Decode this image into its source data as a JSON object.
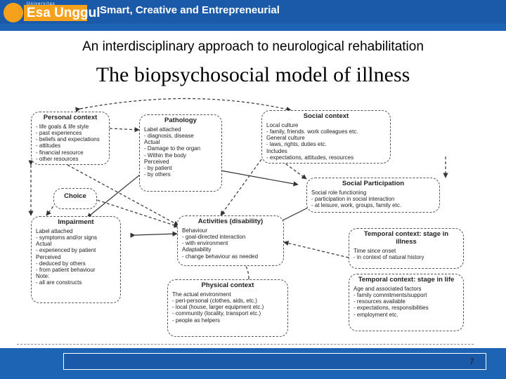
{
  "header": {
    "logo_small": "Universitas",
    "logo_text": "Esa Unggul",
    "tagline": "Smart, Creative and Entrepreneurial"
  },
  "slide": {
    "subtitle": "An interdisciplinary approach to neurological rehabilitation",
    "title": "The biopsychosocial model of illness",
    "page_number": "7"
  },
  "diagram": {
    "personal": {
      "title": "Personal context",
      "lines": [
        "- life goals & life style",
        "- past experiences",
        "- beliefs and expectations",
        "- attitudes",
        "- financial resource",
        "- other resources"
      ]
    },
    "pathology": {
      "title": "Pathology",
      "lines": [
        "Label attached",
        "- diagnosis, disease",
        "Actual",
        "- Damage to the organ",
        "- Within the body",
        "Perceived",
        "- by patient",
        "- by others"
      ]
    },
    "social": {
      "title": "Social context",
      "lines": [
        "Local culture",
        "- family, friends. work colleagues etc.",
        "General culture",
        "- laws, rights, duties etc.",
        "Includes",
        "- expectations, attitudes, resources"
      ]
    },
    "choice": {
      "title": "Choice"
    },
    "participation": {
      "title": "Social Participation",
      "lines": [
        "Social role functioning",
        "- participation in social interaction",
        "- at leisure, work, groups, family etc."
      ]
    },
    "impairment": {
      "title": "Impairment",
      "lines": [
        "Label attached",
        "- symptoms and/or signs",
        "Actual",
        "- experienced by patient",
        "Perceived",
        "- deduced by others",
        "- from patient behaviour",
        "Note:",
        "- all are constructs"
      ]
    },
    "activities": {
      "title": "Activities (disability)",
      "lines": [
        "Behaviour",
        "- goal-directed interaction",
        "- with environment",
        "Adaptability",
        "- change behaviour as needed"
      ]
    },
    "temporal_illness": {
      "title": "Temporal context: stage in illness",
      "lines": [
        "Time since onset",
        "- in context of natural history"
      ]
    },
    "physical": {
      "title": "Physical context",
      "lines": [
        "The actual environment",
        "- peri-personal (clothes, aids, etc.)",
        "- local (house, larger equipment etc.)",
        "- community (locality, transport etc.)",
        "- people as helpers"
      ]
    },
    "temporal_life": {
      "title": "Temporal context: stage in life",
      "lines": [
        "Age and associated factors",
        "- family commitments/support",
        "- resources available",
        "- expectations, responsibilities",
        "- employment etc."
      ]
    }
  }
}
